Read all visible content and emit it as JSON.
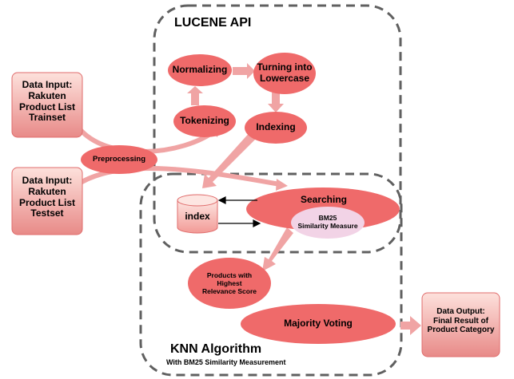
{
  "lucene_title": "LUCENE API",
  "knn_title": "KNN Algorithm",
  "knn_subtitle": "With BM25 Similarity Measurement",
  "inputs": {
    "train": "Data Input:\nRakuten\nProduct List\nTrainset",
    "test": "Data Input:\nRakuten\nProduct List\nTestset"
  },
  "output": "Data Output:\nFinal Result of\nProduct Category",
  "steps": {
    "preprocessing": "Preprocessing",
    "tokenizing": "Tokenizing",
    "normalizing": "Normalizing",
    "lowercase": "Turning into\nLowercase",
    "indexing": "Indexing",
    "index": "index",
    "searching": "Searching",
    "bm25": "BM25\nSimilarity Measure",
    "products": "Products with\nHighest\nRelevance Score",
    "voting": "Majority Voting"
  },
  "colors": {
    "node": "#ef6a6a",
    "arrow": "#f0a4a4",
    "bm25_fill": "#f2d3e6",
    "box_top": "#fde1dc",
    "box_bottom": "#e88a88",
    "dashed": "#606060"
  }
}
